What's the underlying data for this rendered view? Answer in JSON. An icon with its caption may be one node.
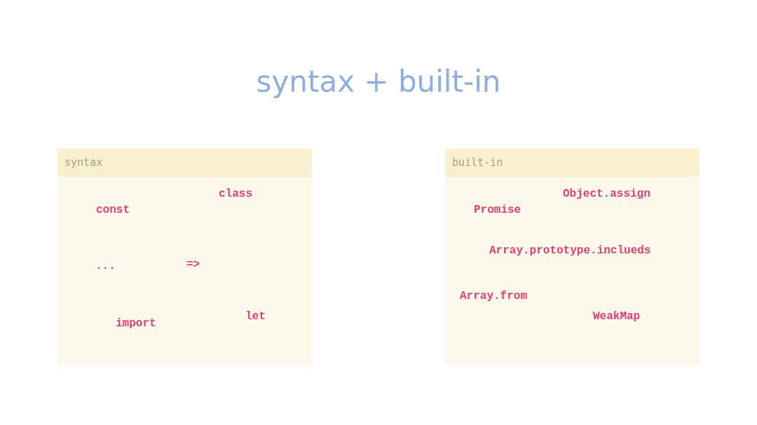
{
  "diagram": {
    "title": "syntax + built-in",
    "nodes": [
      {
        "text": [
          "syntax",
          "class",
          "const",
          "...",
          "=>",
          "let",
          "import"
        ]
      },
      {
        "text": [
          "built-in",
          "Object.assign",
          "Promise",
          "Array.prototype.inclueds",
          "Array.from",
          "WeakMap"
        ]
      }
    ]
  }
}
